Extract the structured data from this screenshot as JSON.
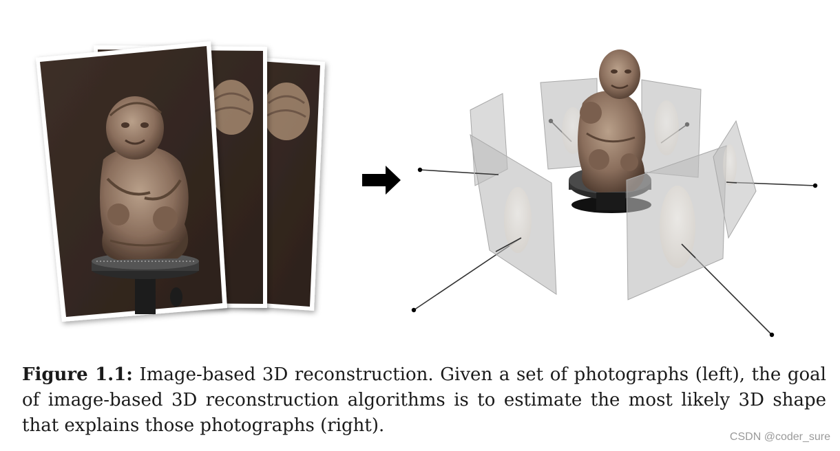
{
  "caption": {
    "label": "Figure 1.1:",
    "text": " Image-based 3D reconstruction. Given a set of photographs (left), the goal of image-based 3D reconstruction algorithms is to estimate the most likely 3D shape that explains those photographs (right)."
  },
  "watermark": "CSDN @coder_sure",
  "colors": {
    "photo_background": "#3a2c24",
    "statue": "#8a6e5c",
    "arrow": "#000000",
    "camera_plane": "#b9b9b9",
    "ray": "#333333"
  }
}
